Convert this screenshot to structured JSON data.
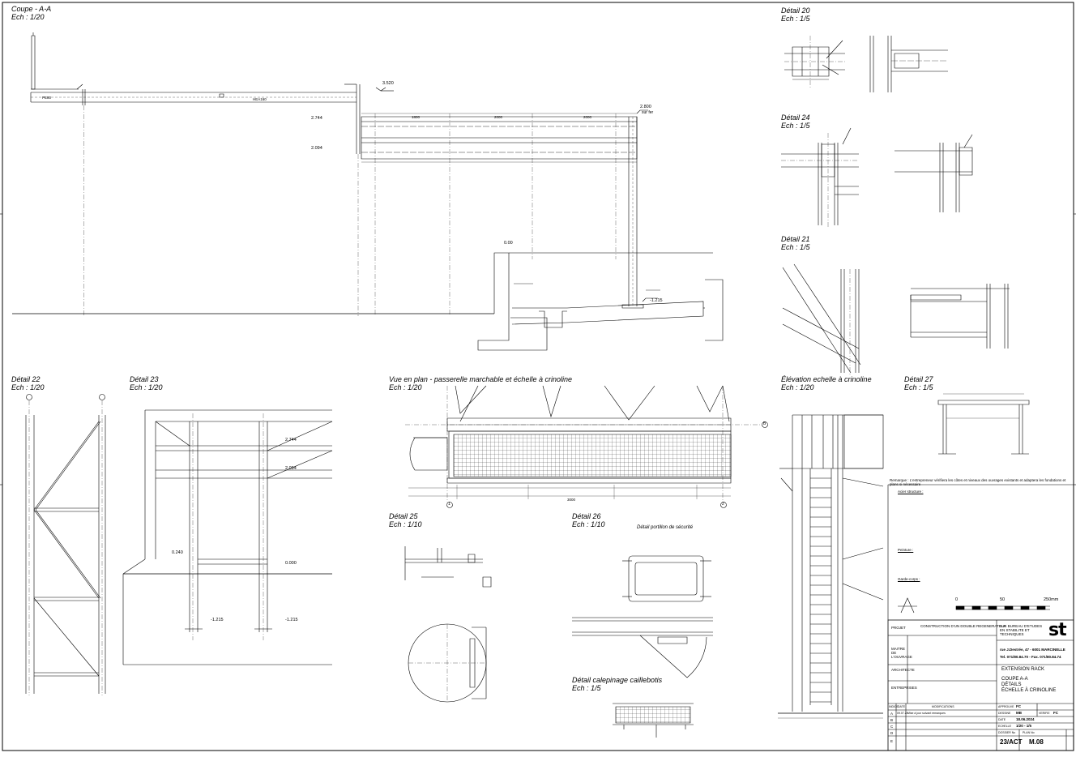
{
  "views": {
    "coupe_aa": {
      "title": "Coupe - A-A",
      "scale": "Ech : 1/20"
    },
    "detail_20": {
      "title": "Détail 20",
      "scale": "Ech : 1/5"
    },
    "detail_24": {
      "title": "Détail 24",
      "scale": "Ech : 1/5"
    },
    "detail_21": {
      "title": "Détail 21",
      "scale": "Ech : 1/5"
    },
    "detail_22": {
      "title": "Détail 22",
      "scale": "Ech : 1/20"
    },
    "detail_23": {
      "title": "Détail 23",
      "scale": "Ech : 1/20"
    },
    "vue_plan": {
      "title": "Vue en plan - passerelle marchable et échelle à crinoline",
      "scale": "Ech : 1/20"
    },
    "elevation": {
      "title": "Élévation echelle à crinoline",
      "scale": "Ech : 1/20"
    },
    "detail_27": {
      "title": "Détail 27",
      "scale": "Ech : 1/5"
    },
    "detail_25": {
      "title": "Détail 25",
      "scale": "Ech : 1/10"
    },
    "detail_26": {
      "title": "Détail 26",
      "scale": "Ech : 1/10"
    },
    "detail_cailleb": {
      "title": "Détail calepinage caillebotis",
      "scale": "Ech : 1/5"
    }
  },
  "annotations": {
    "lvl_3520": "3.520",
    "lvl_2800": "2.800",
    "sur_fer": "sur fer",
    "lvl_2744": "2.744",
    "lvl_2094": "2.094",
    "lvl_000": "0.00",
    "lvl_m1215": "-1.215",
    "pe_a": "PE80",
    "hea": "HEA160",
    "d2744": "2.744",
    "d2094": "2.094",
    "d0240": "0.240",
    "d0000": "0.000",
    "d1215a": "-1.215",
    "d1215b": "-1.215",
    "dim_1800": "1800",
    "dim_2000": "2000",
    "dim_2000b": "2000",
    "dim_3000": "3000",
    "axis_b": "B",
    "axis_1": "1",
    "axis_2": "2",
    "partition": "Détail portillon de sécurité",
    "scale_0": "0",
    "scale_50": "50",
    "scale_250": "250mm"
  },
  "title_block": {
    "project_label": "PROJET",
    "project_name": "CONSTRUCTION D'UN DOUBLE REGENERATEUR",
    "owner_label": "MAITRE DE L'OUVRAGE",
    "architect_label": "ARCHITECTE",
    "contractors_label": "ENTREPRISES",
    "office_name": "S.A. BUREAU D'ETUDES EN STABILITE ET TECHNIQUES",
    "address": "rue J.Destrée, 47 - 6001 MARCINELLE",
    "phone": "Tel. 071/80.84.70 - Fax. 071/80.84.74",
    "logo": "st",
    "sheet_title_1": "EXTENSION RACK",
    "sheet_title_2": "COUPE A-A",
    "sheet_title_3": "DÉTAILS",
    "sheet_title_4": "ÉCHELLE À CRINOLINE",
    "col_indice": "INDICE",
    "col_date": "DATE",
    "col_modifs": "MODIFICATIONS",
    "rev_a": "A",
    "rev_a_date": "09.07.24",
    "rev_a_text": "Mise à jour suivant remarques",
    "rev_b": "B",
    "rev_c": "C",
    "rev_d": "D",
    "rev_e": "E",
    "approuve_label": "APPROUVE",
    "approuve": "FC",
    "dessine_label": "DESSINE",
    "dessine": "MB",
    "verifie_label": "VERIFIE",
    "verifie": "FC",
    "date_label": "DATE",
    "date": "18.06.2024",
    "echelle_label": "ECHELLE",
    "echelle": "1/20 - 1/5",
    "dossier_label": "DOSSIER No",
    "dossier": "23/ACT",
    "plan_label": "PLAN No",
    "plan": "M.08"
  },
  "notes": {
    "remarque": "Remarque : L'entrepreneur vérifiera les côtes et niveaux des ouvrages existants et adaptera les fondations et plans si nécessaire",
    "acier_title": "Acier structure :",
    "peinture_title": "Peinture :",
    "garde_corps_title": "Garde-corps :"
  }
}
